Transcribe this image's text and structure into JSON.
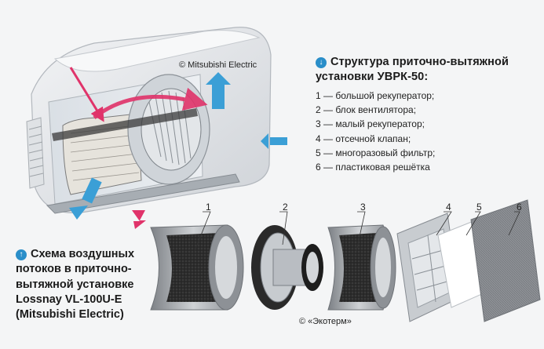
{
  "copyright_top": "© Mitsubishi Electric",
  "copyright_bottom": "© «Экотерм»",
  "legend": {
    "title_line1": "Структура приточно-вытяжной",
    "title_line2": "установки УВРК-50:",
    "items": [
      "1 — большой рекуператор;",
      "2 — блок вентилятора;",
      "3 — малый рекуператор;",
      "4 — отсечной клапан;",
      "5 — многоразовый фильтр;",
      "6 — пластиковая решётка"
    ]
  },
  "callout": {
    "lines": [
      "Схема воздушных",
      "потоков в приточно-",
      "вытяжной установке",
      "Lossnay VL-100U-E",
      "(Mitsubishi Electric)"
    ]
  },
  "part_labels": [
    "1",
    "2",
    "3",
    "4",
    "5",
    "6"
  ],
  "colors": {
    "supply_arrow": "#3b9fd6",
    "exhaust_arrow": "#e0336a",
    "badge": "#2a8ec9"
  },
  "icons": {
    "legend_badge": "down-arrow-icon",
    "callout_badge": "up-arrow-icon"
  }
}
